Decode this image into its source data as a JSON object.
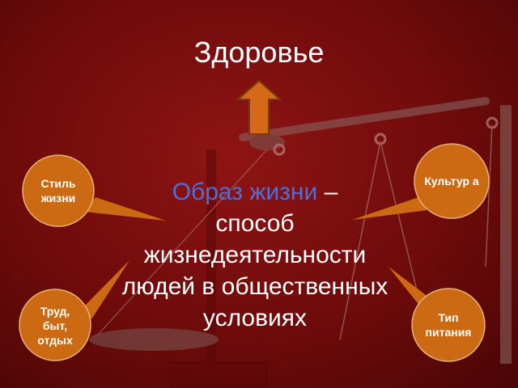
{
  "title": "Здоровье",
  "definition": {
    "term": "Образ жизни",
    "dash": " –",
    "lines": [
      "способ",
      "жизнедеятельности",
      "людей в общественных",
      "условиях"
    ]
  },
  "bubbles": {
    "lifestyle": "Стиль жизни",
    "culture": "Культур а",
    "work": "Труд, быт, отдых",
    "nutrition": "Тип питания"
  },
  "colors": {
    "background": "#7a0c0c",
    "bubble_fill": "#cc6a14",
    "arrow_fill": "#d4691a",
    "accent_text": "#4f6fd8",
    "text": "#ffffff"
  }
}
